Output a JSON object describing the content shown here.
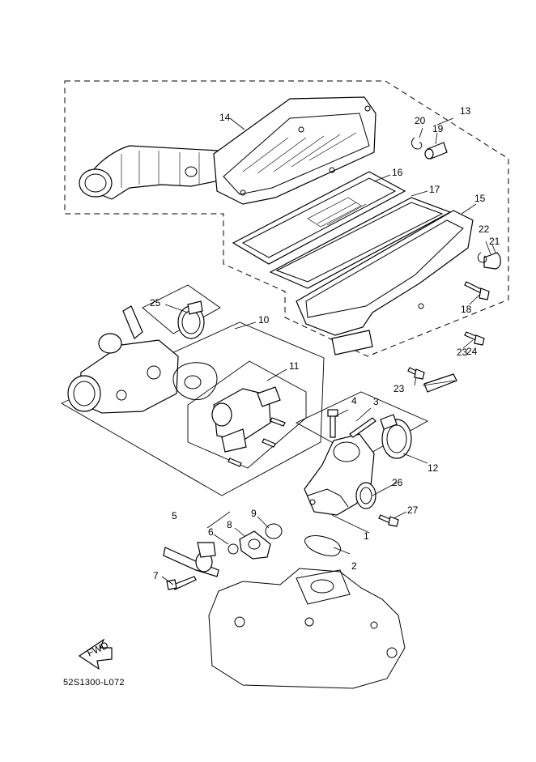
{
  "diagram_code": "52S1300-L072",
  "fwd_arrow_label": "FWD",
  "callouts": {
    "n1": "1",
    "n2": "2",
    "n3": "3",
    "n4": "4",
    "n5": "5",
    "n6": "6",
    "n7": "7",
    "n8": "8",
    "n9": "9",
    "n10": "10",
    "n11": "11",
    "n12": "12",
    "n13": "13",
    "n14": "14",
    "n15": "15",
    "n16": "16",
    "n17": "17",
    "n18": "18",
    "n19": "19",
    "n20": "20",
    "n21": "21",
    "n22": "22",
    "n23a": "23",
    "n23b": "23",
    "n24": "24",
    "n25": "25",
    "n26": "26",
    "n27": "27"
  }
}
